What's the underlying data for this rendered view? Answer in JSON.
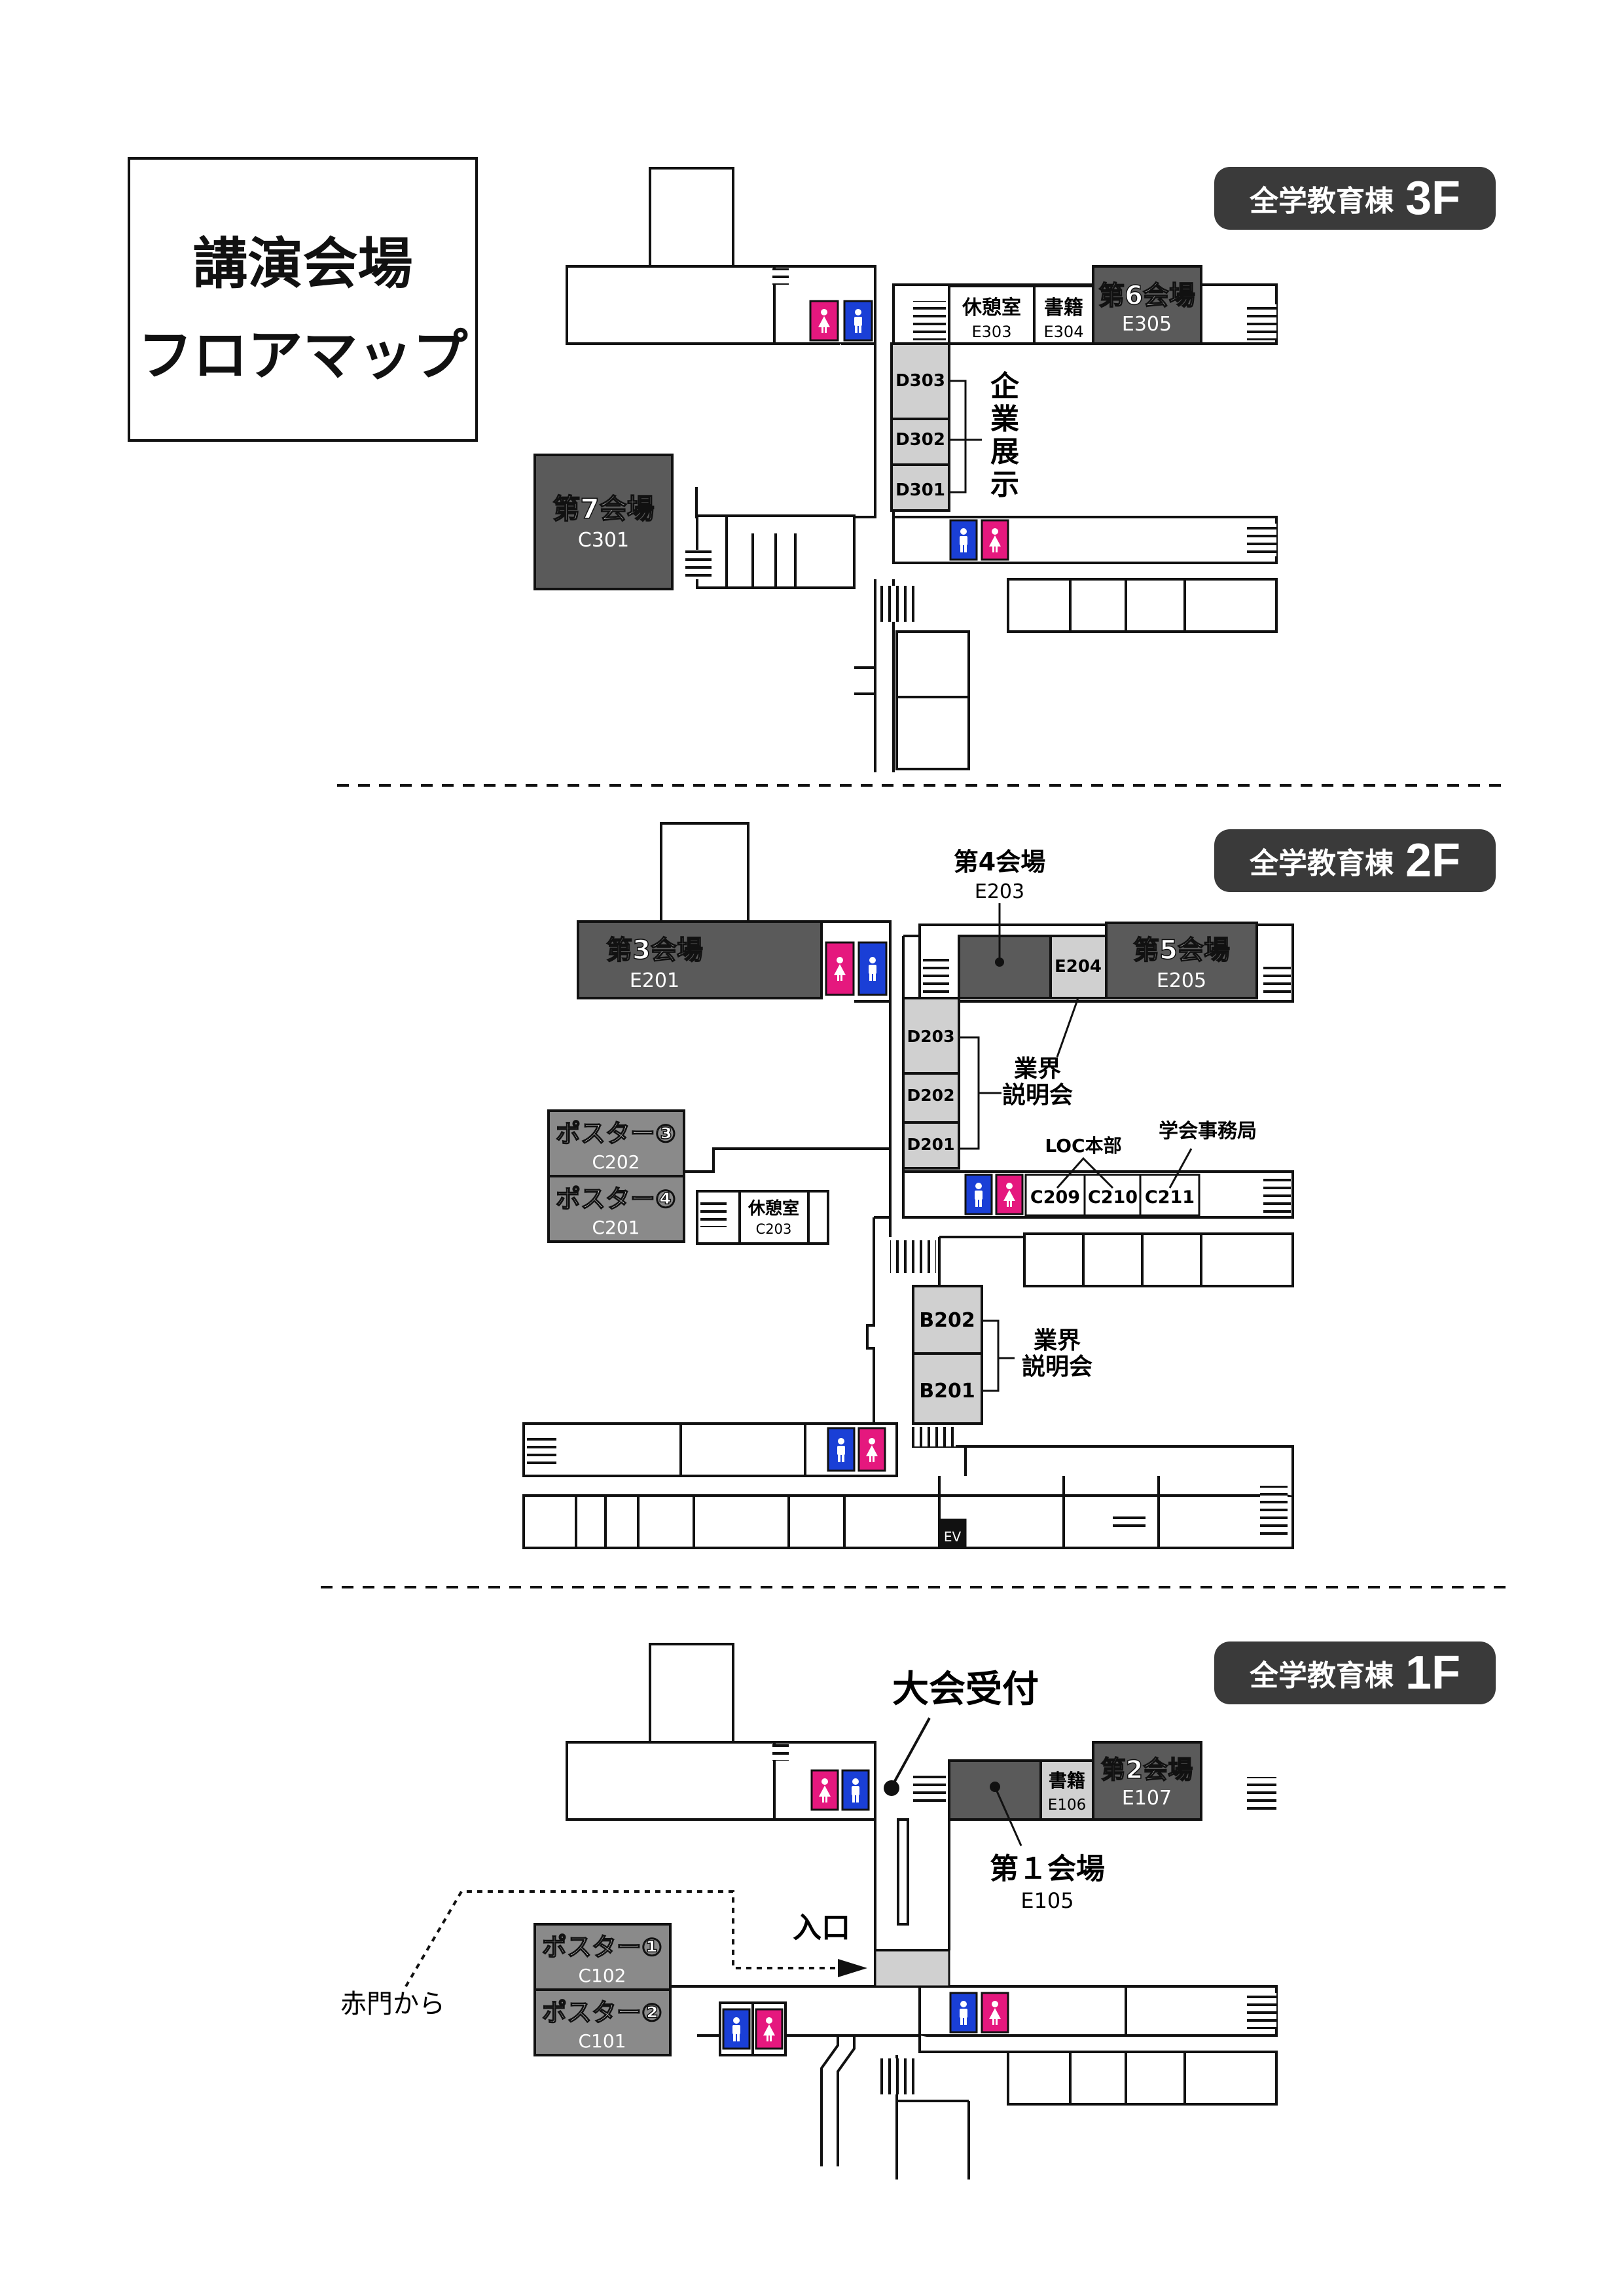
{
  "title": {
    "line1": "講演会場",
    "line2": "フロアマップ"
  },
  "floors": {
    "f3": {
      "building": "全学教育棟",
      "floor": "3F",
      "rooms": {
        "hall6": "第6会場",
        "e305": "E305",
        "rest": "休憩室",
        "e303": "E303",
        "books": "書籍",
        "e304": "E304",
        "hall7": "第7会場",
        "c301": "C301",
        "d303": "D303",
        "d302": "D302",
        "d301": "D301"
      },
      "labels": {
        "exhibit": [
          "企",
          "業",
          "展",
          "示"
        ]
      }
    },
    "f2": {
      "building": "全学教育棟",
      "floor": "2F",
      "rooms": {
        "hall3": "第3会場",
        "e201": "E201",
        "hall4": "第4会場",
        "e203": "E203",
        "e204": "E204",
        "hall5": "第5会場",
        "e205": "E205",
        "d203": "D203",
        "d202": "D202",
        "d201": "D201",
        "poster3": "ポスター③",
        "c202": "C202",
        "poster4": "ポスター④",
        "c201": "C201",
        "rest": "休憩室",
        "c203": "C203",
        "c209": "C209",
        "c210": "C210",
        "c211": "C211",
        "b202": "B202",
        "b201": "B201",
        "ev": "EV"
      },
      "labels": {
        "industry1": [
          "業界",
          "説明会"
        ],
        "industry2": [
          "業界",
          "説明会"
        ],
        "loc": "LOC本部",
        "office": "学会事務局"
      }
    },
    "f1": {
      "building": "全学教育棟",
      "floor": "1F",
      "rooms": {
        "books": "書籍",
        "e106": "E106",
        "hall2": "第2会場",
        "e107": "E107",
        "poster1": "ポスター①",
        "c102": "C102",
        "poster2": "ポスター②",
        "c101": "C101"
      },
      "labels": {
        "reception": "大会受付",
        "hall1": "第１会場",
        "e105": "E105",
        "entrance": "入口",
        "from_gate": "赤門から"
      }
    }
  },
  "colors": {
    "dark_room": "#5a5a5a",
    "light_room": "#d0d0d0",
    "male": "#1a3fd6",
    "female": "#e5187e",
    "line": "#111111"
  }
}
